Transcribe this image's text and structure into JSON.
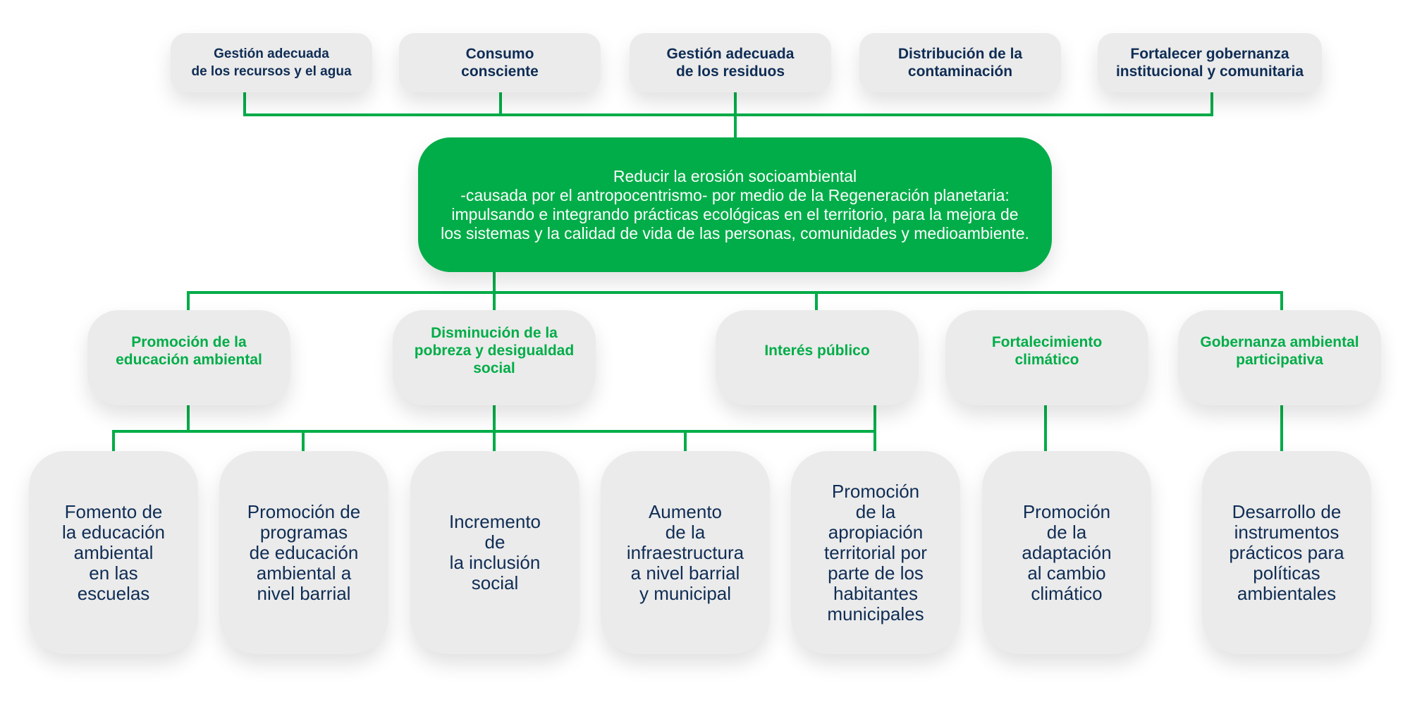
{
  "colors": {
    "green": "#00ad48",
    "navy": "#0f2d55",
    "box": "#ebebeb"
  },
  "top_boxes": [
    "Gestión adecuada\nde los recursos y el agua",
    "Consumo\nconsciente",
    "Gestión adecuada\nde los residuos",
    "Distribución de la\ncontaminación",
    "Fortalecer gobernanza\ninstitucional y comunitaria"
  ],
  "goal": "Reducir la erosión socioambiental\n-causada por el antropocentrismo- por medio de la Regeneración planetaria: impulsando e integrando prácticas ecológicas en el territorio, para la mejora de los sistemas y la calidad de vida de las personas, comunidades y medioambiente.",
  "middle_boxes": [
    "Promoción de la\neducación ambiental",
    "Disminución de la\npobreza y desigualdad\nsocial",
    "Interés público",
    "Fortalecimiento\nclimático",
    "Gobernanza ambiental\nparticipativa"
  ],
  "bottom_boxes": [
    "Fomento de\nla educación\nambiental\nen las\nescuelas",
    "Promoción de\nprogramas\nde educación\nambiental a\nnivel barrial",
    "Incremento\nde\nla inclusión\nsocial",
    "Aumento\nde la\ninfraestructura\na nivel barrial\ny municipal",
    "Promoción\nde la\napropiación\nterritorial por\nparte de los\nhabitantes\nmunicipales",
    "Promoción\nde la\nadaptación\nal cambio\nclimático",
    "Desarrollo de\ninstrumentos\nprácticos para\npolíticas\nambientales"
  ]
}
